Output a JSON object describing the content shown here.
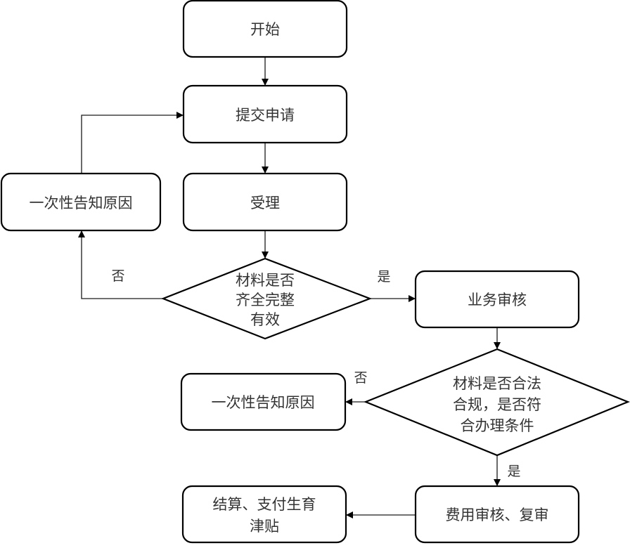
{
  "diagram": {
    "type": "flowchart",
    "nodes": [
      {
        "id": "start",
        "shape": "rounded-rect",
        "lines": [
          "开始"
        ]
      },
      {
        "id": "submit",
        "shape": "rounded-rect",
        "lines": [
          "提交申请"
        ]
      },
      {
        "id": "accept",
        "shape": "rounded-rect",
        "lines": [
          "受理"
        ]
      },
      {
        "id": "notify1",
        "shape": "rounded-rect",
        "lines": [
          "一次性告知原因"
        ]
      },
      {
        "id": "check1",
        "shape": "diamond",
        "lines": [
          "材料是否",
          "齐全完整",
          "有效"
        ]
      },
      {
        "id": "review",
        "shape": "rounded-rect",
        "lines": [
          "业务审核"
        ]
      },
      {
        "id": "check2",
        "shape": "diamond",
        "lines": [
          "材料是否合法",
          "合规，是否符",
          "合办理条件"
        ]
      },
      {
        "id": "notify2",
        "shape": "rounded-rect",
        "lines": [
          "一次性告知原因"
        ]
      },
      {
        "id": "audit",
        "shape": "rounded-rect",
        "lines": [
          "费用审核、复审"
        ]
      },
      {
        "id": "pay",
        "shape": "rounded-rect",
        "lines": [
          "结算、支付生育",
          "津贴"
        ]
      }
    ],
    "edges": [
      {
        "from": "start",
        "to": "submit",
        "label": ""
      },
      {
        "from": "submit",
        "to": "accept",
        "label": ""
      },
      {
        "from": "accept",
        "to": "check1",
        "label": ""
      },
      {
        "from": "check1",
        "to": "notify1",
        "label": "否"
      },
      {
        "from": "notify1",
        "to": "submit",
        "label": ""
      },
      {
        "from": "check1",
        "to": "review",
        "label": "是"
      },
      {
        "from": "review",
        "to": "check2",
        "label": ""
      },
      {
        "from": "check2",
        "to": "notify2",
        "label": "否"
      },
      {
        "from": "check2",
        "to": "audit",
        "label": "是"
      },
      {
        "from": "audit",
        "to": "pay",
        "label": ""
      }
    ]
  }
}
